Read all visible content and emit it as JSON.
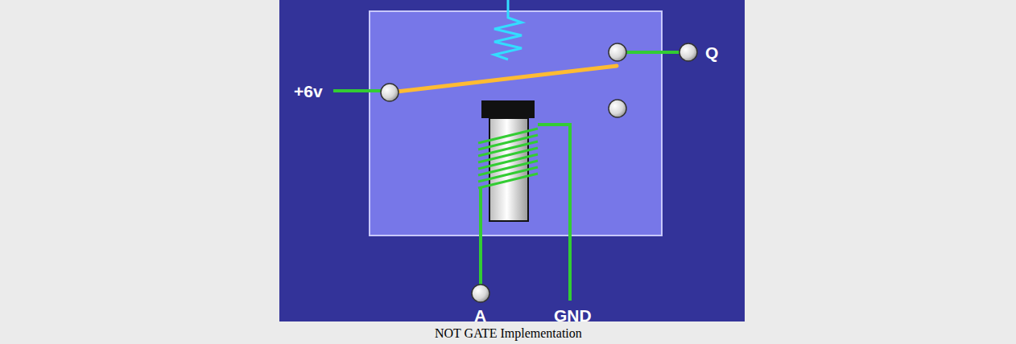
{
  "diagram": {
    "caption": "NOT GATE Implementation",
    "labels": [
      "+6v",
      "Q",
      "A",
      "GND"
    ]
  }
}
